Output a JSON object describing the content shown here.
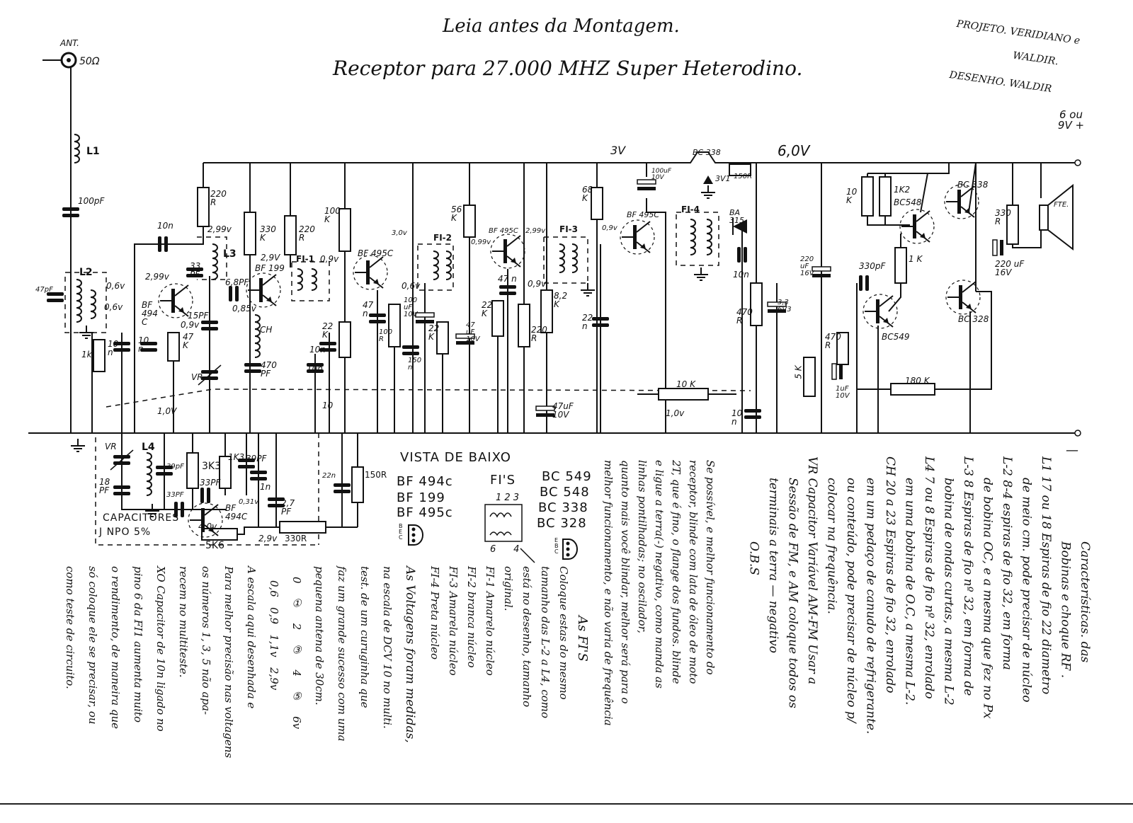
{
  "header": {
    "notice": "Leia antes da Montagem.",
    "title": "Receptor para 27.000 MHZ Super Heterodino.",
    "credit_project": "PROJETO. VERIDIANO e",
    "credit_project_2": "WALDIR.",
    "credit_drawing": "DESENHO. WALDIR"
  },
  "schematic": {
    "ant": "ANT.",
    "ant_imp": "50Ω",
    "l1": "L1",
    "c100pf": "100pF",
    "l2": "L2",
    "c47pf": "47pF",
    "v06a": "0,6v",
    "v06b": "0,6v",
    "r1k": "1k",
    "c10n_a": "10 n",
    "c10n_b": "10n",
    "c10n_c": "10 n",
    "q1": "BF 494 C",
    "v299a": "2,99v",
    "v299b": "2,99v",
    "c33": "33 PF",
    "l3": "L3",
    "r220a": "220 R",
    "v09": "0,9v",
    "r47k": "47 K",
    "c15pf": "15PF",
    "c68pf": "6,8PF",
    "v085": "0,85v",
    "vr": "VR",
    "v10a": "1,0V",
    "r330k": "330 K",
    "q2": "BF 199",
    "v29a": "2,9V",
    "ch": "CH",
    "c470pf": "470 PF",
    "r220b": "220 R",
    "fi1": "FI-1",
    "v09b": "0,9v",
    "r100k": "100 K",
    "r22k_a": "22 K",
    "c10n_d": "10n",
    "c10n_e": "10n",
    "c10_f": "10",
    "q3": "BF 495C",
    "v30": "3,0v",
    "v06c": "0,6v",
    "c47n_a": "47 n",
    "r100r": "100 R",
    "c150n": "150 n",
    "c100uf": "100 uF 10V",
    "fi2": "FI-2",
    "r56k": "56 K",
    "r22k_b": "22 K",
    "c47uf_a": "47 uF 10V",
    "r22k_c": "22 K",
    "q4": "BF 495C",
    "v099": "0,99v",
    "v299c": "2,99v",
    "c47n_b": "47 n",
    "v09c": "0,9v",
    "r220c": "220 R",
    "r82k": "8,2 K",
    "fi3": "FI-3",
    "c47uf_b": "47uF 10V",
    "v3": "3V",
    "r68k": "68 K",
    "c22n": "22 n",
    "v09d": "0,9v",
    "q5": "BF 495C",
    "c100uf_b": "100uF 10V",
    "q_reg": "BC 338",
    "zener": "3V1",
    "r150r": "150R",
    "v60": "6,0V",
    "fi4": "FI-4",
    "diode": "BA 315",
    "c10n_g": "10n",
    "r470r": "470 R",
    "c33uf": "3,3 6V3",
    "r10k_h": "10 K",
    "v10b": "1,0v",
    "c10n_h": "10 n",
    "c220uf_a": "220 uF 16V",
    "pot5k": "5 K",
    "r10k": "10 K",
    "r1k2": "1K2",
    "q6": "BC548",
    "q7": "BC 338",
    "r1k_b": "1 K",
    "c330pf": "330pF",
    "q8": "BC549",
    "q9": "BC 328",
    "r470r_b": "470 R",
    "c1uf": "1uF 10V",
    "r180k": "180 K",
    "r330r": "330 R",
    "c220uf_b": "220 uF 16V",
    "speaker": "FTE.",
    "supply": "6 ou 9V +",
    "neg": "—",
    "c18pf": "18 PF",
    "vr2": "VR",
    "l4": "L4",
    "c39pf_a": "39pF",
    "r3k3": "3K3",
    "r1k3": "1K3",
    "c39pf_b": "39PF",
    "c33pf_b": "33PF",
    "c33pf_c": "33PF",
    "c1n": "1n",
    "q10": "BF 494C",
    "v031": "0,31v",
    "c27pf": "2,7 PF",
    "v40": "4,0v",
    "r5k6": "5K6",
    "v29b": "2,9v",
    "r330r_b": "330R",
    "c22n_b": "22n",
    "r150r_b": "150R",
    "cap_note": "CAPACITORES",
    "cap_note2": "J   NPO 5%"
  },
  "pinout": {
    "title": "VISTA DE BAIXO",
    "bf_types": [
      "BF 494c",
      "BF 199",
      "BF 495c"
    ],
    "bf_pins": "B E C",
    "fi_title": "FI'S",
    "fi_pins_top": "1 2 3",
    "fi_pins_bottom": "6      4",
    "bc_types": [
      "BC 549",
      "BC 548",
      "BC 338",
      "BC 328"
    ],
    "bc_pins": "E B C"
  },
  "notes_right": [
    "Características. das",
    "Bobinas e choque RF .",
    "L1 17 ou 18 Espiras de fio 22 diametro",
    "de meio cm. pode precisar de núcleo",
    "L-2 8-4 espiras de fio 32, em forma",
    "de bobina OC, e a mesma que fez no Px",
    "L-3 8 Espiras de fio nº 32, em forma de",
    "bobina de ondas curtas, a mesma L-2",
    "L4 7 ou 8 Espiras de fio nº 32, enrolado",
    "em uma bobina de O.C, a mesma L-2.",
    "CH 20 a 23 Espiras de fio 32, enrolado",
    "em um pedaço de canudo de refrigerante.",
    "ou conteúdo, pode precisar de núcleo p/",
    "colocar na frequência.",
    "VR Capacitor Variável AM-FM Usar a",
    "Sessão de FM, e AM coloque todos os",
    "terminais a terra — negativo",
    "O.B.S"
  ],
  "notes_middle": [
    "Se possível, e melhor funcionamento do",
    "receptor, blinde com lata de óleo de moto",
    "2T, que é fino, o flange dos fundos. blinde",
    "e ligue a terra(-) negativo, como manda as",
    "linhas pontilhadas; no oscilador,",
    "quanto mais você blindar, melhor será para o",
    "melhor funcionamento, e não varia de frequência"
  ],
  "notes_fi": [
    "As FI'S",
    "Coloque estas do mesmo",
    "tamanho das L-2 a L4, como",
    "está no desenho, tamanho",
    "original.",
    "FI-1 Amarelo núcleo",
    "FI-2 branca núcleo",
    "FI-3 Amarela núcleo",
    "FI-4 Preta núcleo"
  ],
  "notes_left": [
    "As Voltagens foram medidas,",
    "na escala de DCV 10 no multi.",
    "test. de um curuginha que",
    "faz um grande sucesso com uma",
    "pequena antena de 30cm.",
    "0    ①    2    ③    4    ⑤    6v",
    "0,6   0,9   1,1v   2,9v",
    "A escala aqui desenhada e",
    "Para melhor precisão nas voltagens",
    "os números 1, 3, 5 não apa-",
    "recem no multiteste.",
    "XO Capacitor de 10n ligado no",
    "pino 6 da FI1 aumenta muito",
    "o rendimento, de maneira que",
    "só coloque ele se precisar, ou",
    "como teste de circuito."
  ]
}
